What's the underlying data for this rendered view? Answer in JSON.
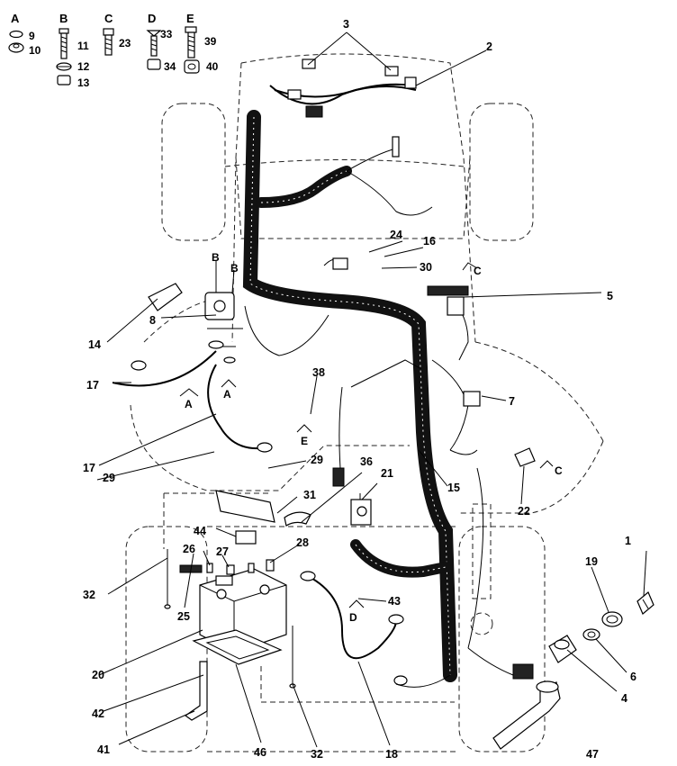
{
  "fastener_kits": [
    {
      "letter": "A",
      "parts": [
        "9",
        "10"
      ]
    },
    {
      "letter": "B",
      "parts": [
        "11",
        "12",
        "13"
      ]
    },
    {
      "letter": "C",
      "parts": [
        "23"
      ]
    },
    {
      "letter": "D",
      "parts": [
        "33",
        "34"
      ]
    },
    {
      "letter": "E",
      "parts": [
        "39",
        "40"
      ]
    }
  ],
  "callouts": {
    "c1": "1",
    "c2": "2",
    "c3": "3",
    "c4": "4",
    "c5": "5",
    "c6": "6",
    "c7": "7",
    "c8": "8",
    "c14": "14",
    "c15": "15",
    "c16": "16",
    "c17a": "17",
    "c17b": "17",
    "c18": "18",
    "c19": "19",
    "c20": "20",
    "c21": "21",
    "c22": "22",
    "c24": "24",
    "c25": "25",
    "c26": "26",
    "c27": "27",
    "c28": "28",
    "c29a": "29",
    "c29b": "29",
    "c30": "30",
    "c31": "31",
    "c32a": "32",
    "c32b": "32",
    "c36": "36",
    "c38": "38",
    "c41": "41",
    "c42": "42",
    "c43": "43",
    "c44": "44",
    "c46": "46",
    "c47": "47"
  },
  "ground_refs": {
    "a1": "A",
    "a2": "A",
    "b1": "B",
    "b2": "B",
    "c1": "C",
    "c2": "C",
    "d1": "D",
    "e1": "E"
  }
}
